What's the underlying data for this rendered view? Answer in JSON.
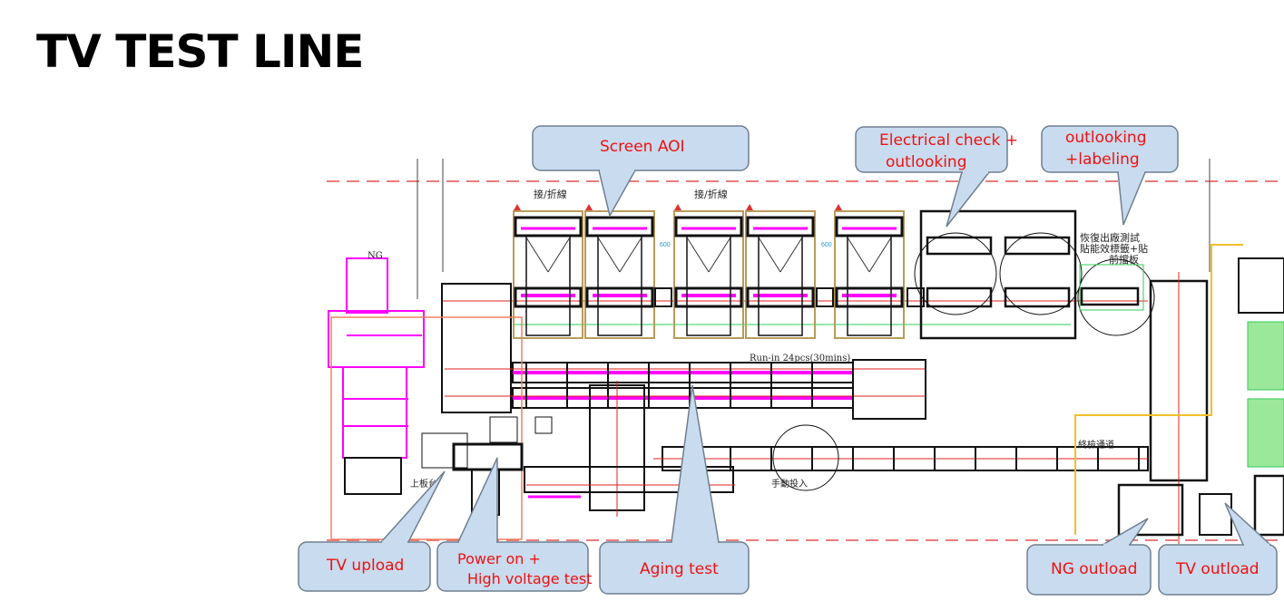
{
  "title": "TV TEST LINE",
  "callouts": {
    "screen_aoi": "Screen AOI",
    "electrical_1": "Electrical check +",
    "electrical_2": "outlooking",
    "labeling_1": "outlooking",
    "labeling_2": "+labeling",
    "tv_upload": "TV upload",
    "power_1": "Power on +",
    "power_2": "High voltage test",
    "aging": "Aging test",
    "ng_outload": "NG outload",
    "tv_outload": "TV outload"
  },
  "drawing_labels": {
    "fold_line_1": "接/折線",
    "fold_line_2": "接/折線",
    "reset_1": "恢復出廠測試",
    "reset_2": "貼能效標籤+貼",
    "reset_3": "前擋板",
    "ng": "NG",
    "run_in": "Run-in 24pcs(30mins)",
    "manual_input": "手動投入",
    "upload_table": "上板台",
    "final_channel": "終檢通道",
    "dim_1": "600",
    "dim_2": "600"
  },
  "colors": {
    "callout_fill": "#c9dbee",
    "callout_border": "#6f7f8f",
    "callout_text": "#ee1111",
    "magenta": "#ff00ff",
    "station_frame": "#b89c5a",
    "red_line": "#e02020",
    "yellow": "#f2c02a",
    "green": "#33cc55"
  }
}
